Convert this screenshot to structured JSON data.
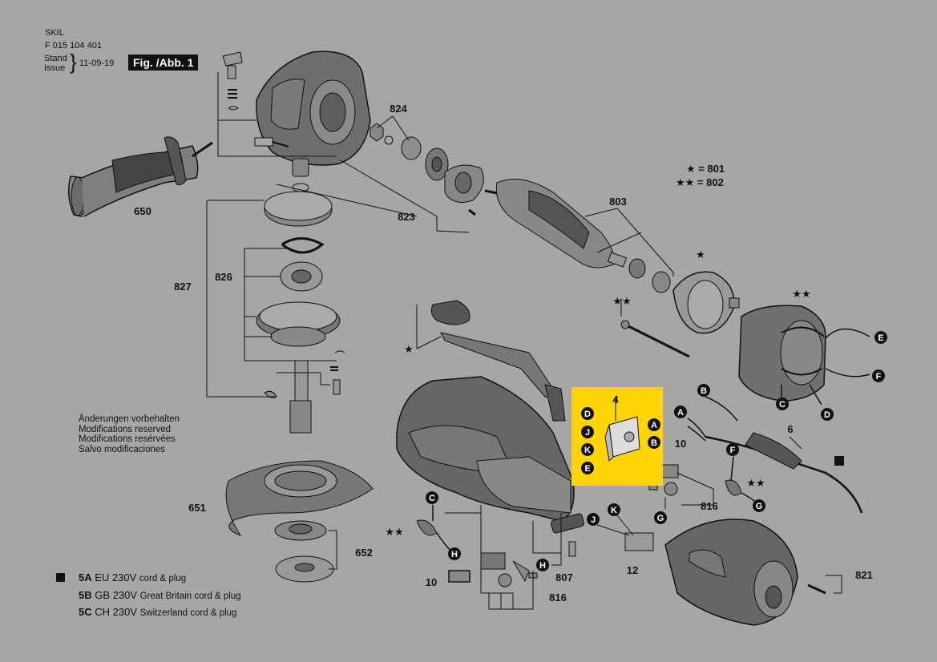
{
  "header": {
    "brand": "SKIL",
    "part_number": "F 015 104 401",
    "stand": "Stand",
    "issue": "Issue",
    "date": "11-09-19",
    "fig_label": "Fig. /Abb. 1"
  },
  "star_legend": {
    "one_star": "★ = 801",
    "two_star": "★★ = 802"
  },
  "notice": [
    "Änderungen vorbehalten",
    "Modifications reserved",
    "Modifications resérvées",
    "Salvo modificaciones"
  ],
  "labels": {
    "p650": "650",
    "p824": "824",
    "p823": "823",
    "p827": "827",
    "p826": "826",
    "p803": "803",
    "p651": "651",
    "p652": "652",
    "p4": "4",
    "p6": "6",
    "p10a": "10",
    "p10b": "10",
    "p816a": "816",
    "p816b": "816",
    "p807": "807",
    "p12": "12",
    "p821": "821",
    "star_one": "★",
    "star_one_b": "★",
    "star_two": "★★",
    "star_two_b": "★★",
    "star_two_c": "★★",
    "star_two_d": "★★"
  },
  "connectors": {
    "A": "A",
    "B": "B",
    "C": "C",
    "D": "D",
    "E": "E",
    "F": "F",
    "G": "G",
    "H": "H",
    "J": "J",
    "K": "K"
  },
  "legend": [
    {
      "code": "5A",
      "voltage": "EU 230V",
      "desc": "cord & plug"
    },
    {
      "code": "5B",
      "voltage": "GB 230V",
      "desc": "Great Britain cord & plug"
    },
    {
      "code": "5C",
      "voltage": "CH 230V",
      "desc": "Switzerland cord & plug"
    }
  ],
  "colors": {
    "background": "#a6a6a6",
    "highlight": "#ffd400",
    "ink": "#111111"
  }
}
